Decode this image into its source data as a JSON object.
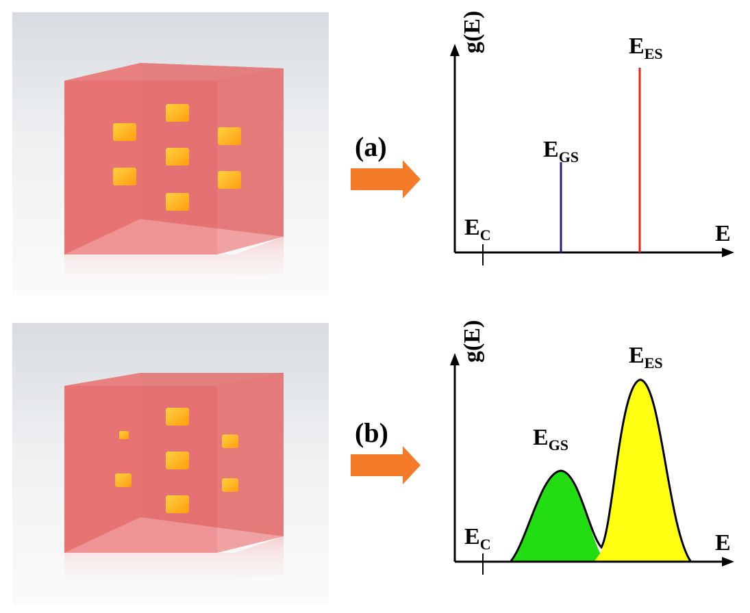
{
  "panels": [
    {
      "tag": "(a)",
      "y_label": "g(E)",
      "x_label": "E",
      "ec_label": {
        "main": "E",
        "sub": "C"
      },
      "gs_label": {
        "main": "E",
        "sub": "GS"
      },
      "es_label": {
        "main": "E",
        "sub": "ES"
      },
      "gs_color": "#1a1f8c",
      "es_color": "#e8201c"
    },
    {
      "tag": "(b)",
      "y_label": "g(E)",
      "x_label": "E",
      "ec_label": {
        "main": "E",
        "sub": "C"
      },
      "gs_label": {
        "main": "E",
        "sub": "GS"
      },
      "es_label": {
        "main": "E",
        "sub": "ES"
      },
      "gs_color": "#22dd11",
      "es_color": "#ffff11"
    }
  ],
  "colors": {
    "arrow": "#f47b28",
    "cube": "#e96a6a",
    "dot": "#ffb020"
  }
}
